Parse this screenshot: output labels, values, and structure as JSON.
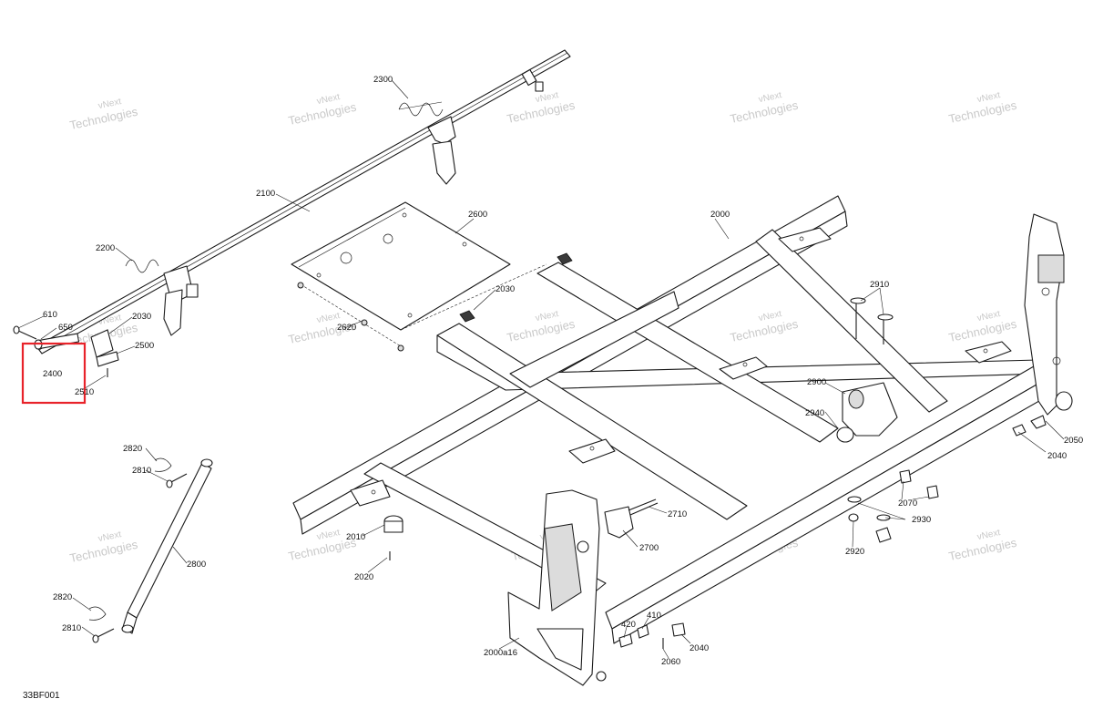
{
  "figure_id": "33BF001",
  "watermark": {
    "line1": "vNext",
    "line2": "Technologies",
    "combined": "vNext Technologies"
  },
  "highlighted_callout": "2400",
  "callouts": [
    "2300",
    "2100",
    "2600",
    "2000",
    "2200",
    "610",
    "650",
    "2030",
    "2500",
    "2400",
    "2510",
    "2620",
    "2030",
    "2910",
    "2900",
    "2940",
    "2050",
    "2040",
    "2820",
    "2810",
    "2800",
    "2820",
    "2810",
    "2010",
    "2020",
    "2710",
    "2700",
    "2070",
    "2930",
    "2920",
    "420",
    "410",
    "2040",
    "2060",
    "2000a16"
  ],
  "colors": {
    "highlight": "#e8232a",
    "line": "#1a1a1a",
    "watermark": "#c9c9c9"
  }
}
